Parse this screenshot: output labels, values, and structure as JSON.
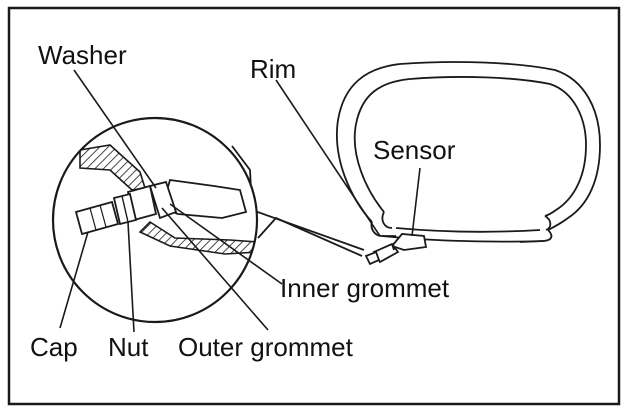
{
  "labels": {
    "washer": "Washer",
    "rim": "Rim",
    "sensor": "Sensor",
    "inner_grommet": "Inner grommet",
    "cap": "Cap",
    "nut": "Nut",
    "outer_grommet": "Outer grommet"
  },
  "colors": {
    "line": "#1a1a1a",
    "background": "#ffffff"
  }
}
